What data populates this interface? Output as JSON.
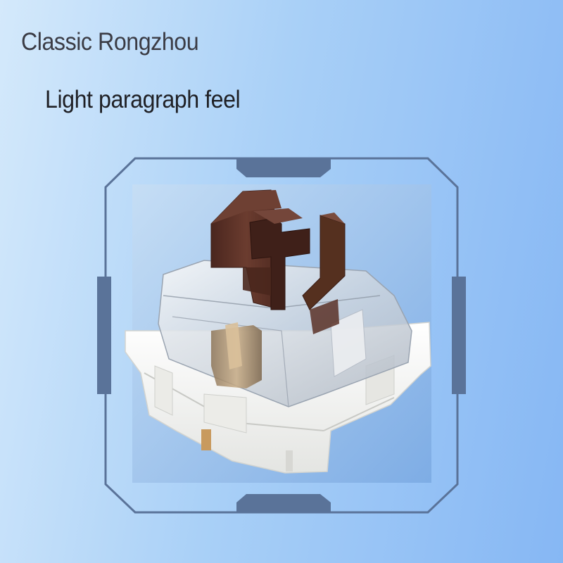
{
  "product": {
    "title": "Classic Rongzhou",
    "subtitle": "Light paragraph feel"
  },
  "image": {
    "subject": "mechanical-keyboard-switch",
    "stem_color": "#5a3127",
    "housing_top_color": "transparent",
    "housing_bottom_color": "#f2f2ee",
    "frame_color": "#5a7399"
  }
}
